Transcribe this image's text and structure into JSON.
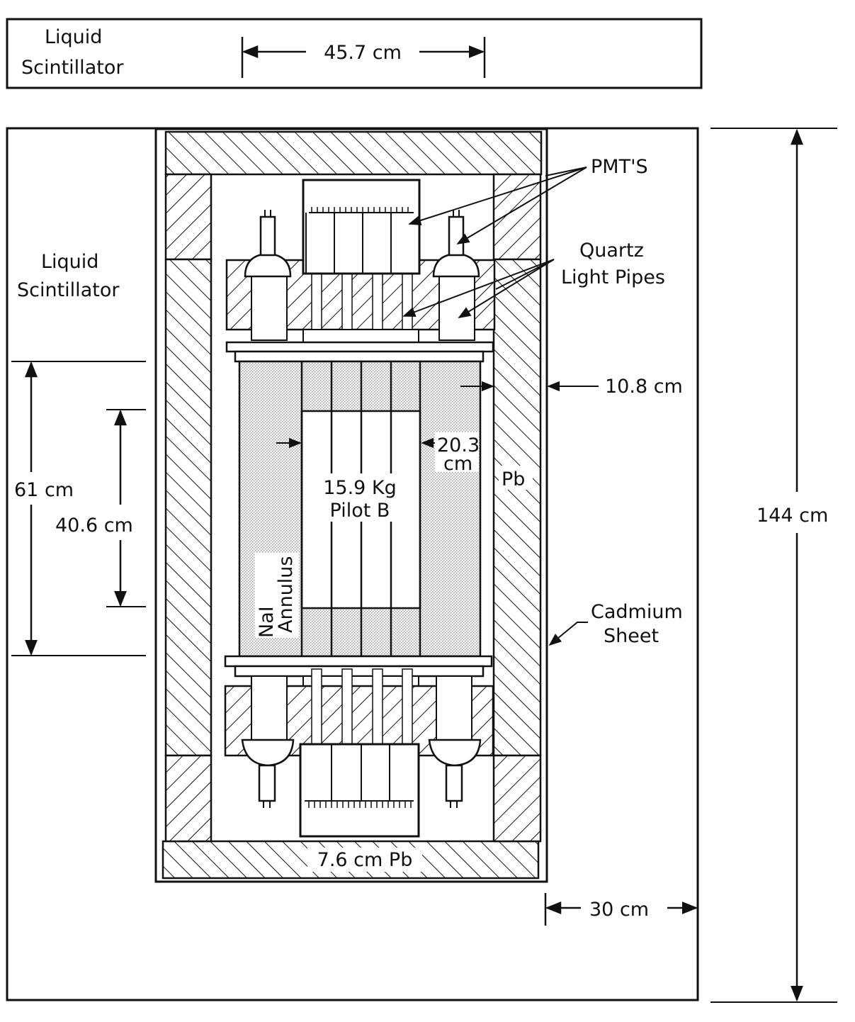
{
  "top_box": {
    "label_line1": "Liquid",
    "label_line2": "Scintillator",
    "width_dim": "45.7 cm"
  },
  "main": {
    "scint_label_line1": "Liquid",
    "scint_label_line2": "Scintillator",
    "pmts_label": "PMT'S",
    "quartz_line1": "Quartz",
    "quartz_line2": "Light Pipes",
    "dim_10_8": "10.8 cm",
    "dim_20_3_line1": "20.3",
    "dim_20_3_line2": "cm",
    "pb_label": "Pb",
    "crystal_line1": "15.9 Kg",
    "crystal_line2": "Pilot B",
    "nai_line1": "NaI",
    "nai_line2": "Annulus",
    "dim_61": "61 cm",
    "dim_40_6": "40.6 cm",
    "dim_144": "144 cm",
    "cadmium_line1": "Cadmium",
    "cadmium_line2": "Sheet",
    "bottom_pb": "7.6 cm Pb",
    "dim_30": "30 cm"
  }
}
